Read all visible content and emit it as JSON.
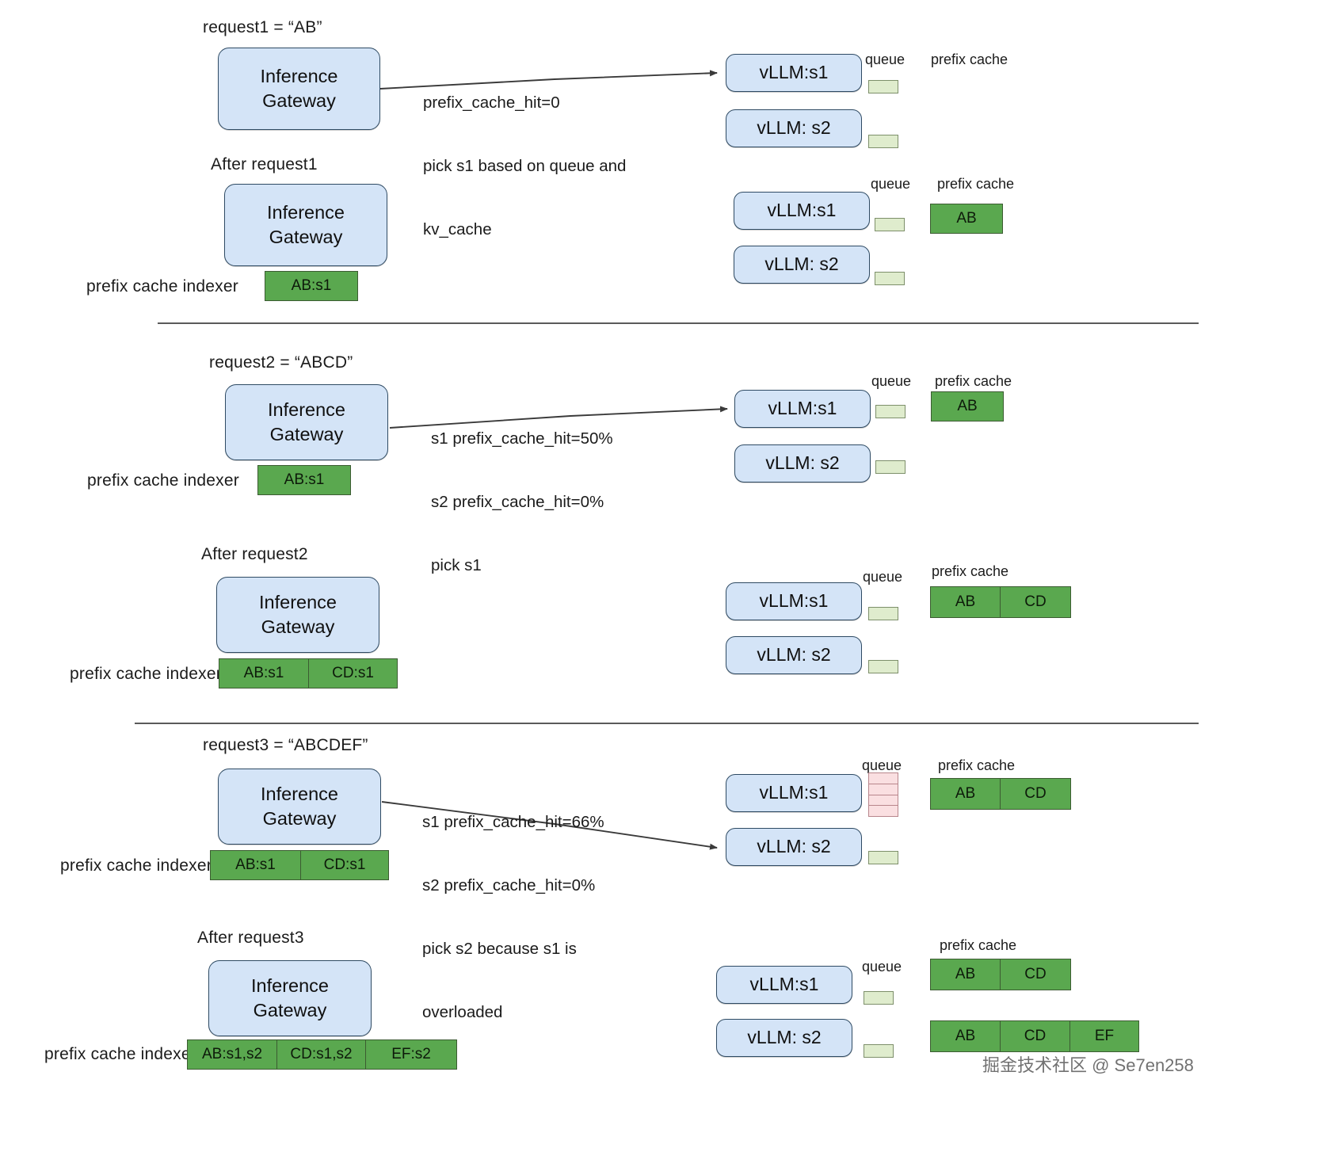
{
  "diagram": {
    "title_labels": {
      "queue": "queue",
      "prefix_cache": "prefix cache",
      "prefix_cache_indexer": "prefix cache indexer"
    },
    "colors": {
      "node_fill": "#d4e4f7",
      "node_stroke": "#2e4a63",
      "cache_fill": "#5aa84f",
      "cache_stroke": "#3c5c32",
      "queue_empty_fill": "#dfeccd",
      "queue_full_fill": "#fadfe1",
      "divider": "#5a5a5a"
    },
    "gateway_label_line1": "Inference",
    "gateway_label_line2": "Gateway",
    "server1_label": "vLLM:s1",
    "server2_label": "vLLM: s2"
  },
  "sections": [
    {
      "id": "request1",
      "heading": "request1 = “AB”",
      "annotation": "prefix_cache_hit=0\npick s1 based on queue and\nkv_cache",
      "servers": [
        {
          "name": "vLLM:s1",
          "queue_state": "empty",
          "queue_segments": 1,
          "prefix_cache": []
        },
        {
          "name": "vLLM: s2",
          "queue_state": "empty",
          "queue_segments": 1,
          "prefix_cache": []
        }
      ],
      "indexer": null
    },
    {
      "id": "after-request1",
      "heading": "After request1",
      "annotation": "",
      "servers": [
        {
          "name": "vLLM:s1",
          "queue_state": "empty",
          "queue_segments": 1,
          "prefix_cache": [
            "AB"
          ]
        },
        {
          "name": "vLLM: s2",
          "queue_state": "empty",
          "queue_segments": 1,
          "prefix_cache": []
        }
      ],
      "indexer": [
        "AB:s1"
      ]
    },
    {
      "id": "request2",
      "heading": "request2 = “ABCD”",
      "annotation": "s1 prefix_cache_hit=50%\ns2 prefix_cache_hit=0%\npick s1",
      "servers": [
        {
          "name": "vLLM:s1",
          "queue_state": "empty",
          "queue_segments": 1,
          "prefix_cache": [
            "AB"
          ]
        },
        {
          "name": "vLLM: s2",
          "queue_state": "empty",
          "queue_segments": 1,
          "prefix_cache": []
        }
      ],
      "indexer": [
        "AB:s1"
      ]
    },
    {
      "id": "after-request2",
      "heading": "After request2",
      "annotation": "",
      "servers": [
        {
          "name": "vLLM:s1",
          "queue_state": "empty",
          "queue_segments": 1,
          "prefix_cache": [
            "AB",
            "CD"
          ]
        },
        {
          "name": "vLLM: s2",
          "queue_state": "empty",
          "queue_segments": 1,
          "prefix_cache": []
        }
      ],
      "indexer": [
        "AB:s1",
        "CD:s1"
      ]
    },
    {
      "id": "request3",
      "heading": "request3 = “ABCDEF”",
      "annotation": "s1 prefix_cache_hit=66%\ns2 prefix_cache_hit=0%\npick s2 because s1 is\noverloaded",
      "servers": [
        {
          "name": "vLLM:s1",
          "queue_state": "full",
          "queue_segments": 4,
          "prefix_cache": [
            "AB",
            "CD"
          ]
        },
        {
          "name": "vLLM: s2",
          "queue_state": "empty",
          "queue_segments": 1,
          "prefix_cache": []
        }
      ],
      "indexer": [
        "AB:s1",
        "CD:s1"
      ]
    },
    {
      "id": "after-request3",
      "heading": "After request3",
      "annotation": "",
      "servers": [
        {
          "name": "vLLM:s1",
          "queue_state": "empty",
          "queue_segments": 1,
          "prefix_cache": [
            "AB",
            "CD"
          ]
        },
        {
          "name": "vLLM: s2",
          "queue_state": "empty",
          "queue_segments": 1,
          "prefix_cache": [
            "AB",
            "CD",
            "EF"
          ]
        }
      ],
      "indexer": [
        "AB:s1,s2",
        "CD:s1,s2",
        "EF:s2"
      ]
    }
  ],
  "annotation_lines": {
    "req1": [
      "prefix_cache_hit=0",
      "pick s1 based on queue and",
      "kv_cache"
    ],
    "req2": [
      "s1 prefix_cache_hit=50%",
      "s2 prefix_cache_hit=0%",
      "pick s1"
    ],
    "req3": [
      "s1 prefix_cache_hit=66%",
      "s2 prefix_cache_hit=0%",
      "pick s2 because s1 is",
      "overloaded"
    ]
  },
  "watermark": "掘金技术社区 @ Se7en258"
}
